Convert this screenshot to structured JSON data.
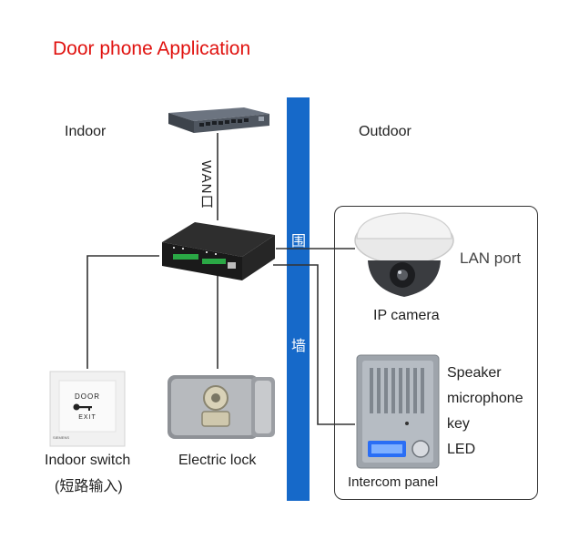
{
  "title": "Door phone Application",
  "labels": {
    "indoor": "Indoor",
    "outdoor": "Outdoor",
    "wan": "WAN口",
    "wall_top": "围",
    "wall_bottom": "墙",
    "lan_port": "LAN port",
    "ip_camera": "IP camera",
    "intercom_panel": "Intercom panel",
    "indoor_switch": "Indoor switch",
    "indoor_switch_sub": "(短路输入)",
    "electric_lock": "Electric lock"
  },
  "features": [
    "Speaker",
    "microphone",
    "key",
    "LED"
  ],
  "exit_button": {
    "line1": "DOOR",
    "line2": "EXIT",
    "brand": "SIEMENS"
  },
  "colors": {
    "title": "#e0120f",
    "wall": "#1669c9",
    "device": "#1e1e1e",
    "led": "#2a6ef5"
  }
}
